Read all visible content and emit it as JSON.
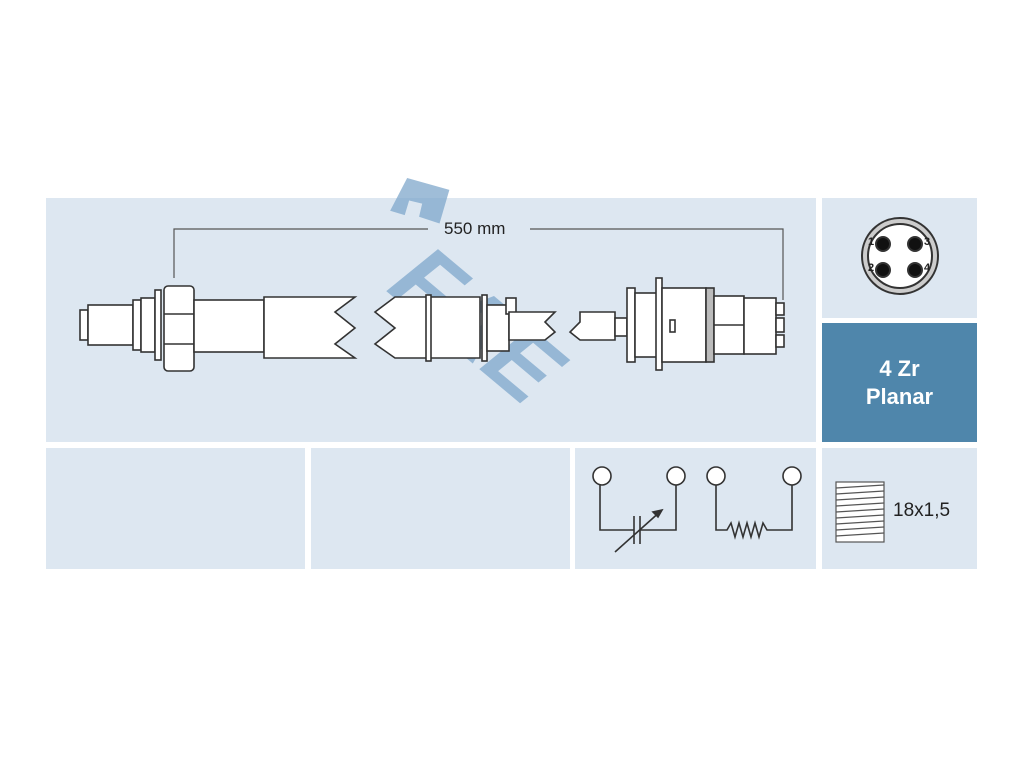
{
  "dimension": {
    "length_label": "550 mm"
  },
  "watermark": {
    "brand": "FAE"
  },
  "connector": {
    "pins": [
      "1",
      "2",
      "3",
      "4"
    ]
  },
  "sensor_type": {
    "line1": "4 Zr",
    "line2": "Planar"
  },
  "thread": {
    "label": "18x1,5"
  },
  "colors": {
    "panel": "#dde7f1",
    "accent": "#4f86ab",
    "watermark": "#7fa8cc"
  }
}
